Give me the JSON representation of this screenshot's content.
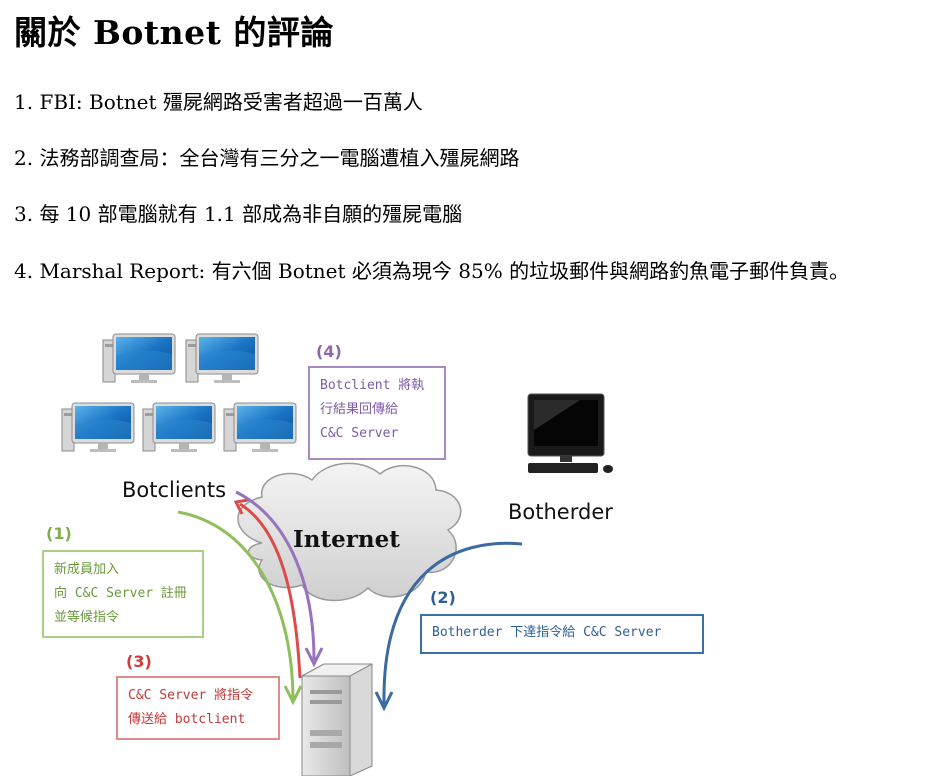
{
  "title": "關於 Botnet 的評論",
  "points": [
    "1. FBI: Botnet 殭屍網路受害者超過一百萬人",
    "2. 法務部調查局：全台灣有三分之一電腦遭植入殭屍網路",
    "3. 每 10 部電腦就有 1.1 部成為非自願的殭屍電腦",
    "4. Marshal Report: 有六個 Botnet 必須為現今 85% 的垃圾郵件與網路釣魚電子郵件負責。"
  ],
  "diagram": {
    "botclients_label": "Botclients",
    "internet_label": "Internet",
    "botherder_label": "Botherder",
    "steps": [
      {
        "tag": "(1)",
        "color": "#7fad4f",
        "lines": [
          "新成員加入",
          "向 C&C Server 註冊",
          "並等候指令"
        ]
      },
      {
        "tag": "(2)",
        "color": "#2f5f95",
        "lines": [
          "Botherder 下達指令給 C&C Server"
        ]
      },
      {
        "tag": "(3)",
        "color": "#d43b3b",
        "lines": [
          "C&C Server 將指令",
          "傳送給 botclient"
        ]
      },
      {
        "tag": "(4)",
        "color": "#8e67b0",
        "lines": [
          "Botclient 將執",
          "行結果回傳給",
          "C&C Server"
        ]
      }
    ]
  }
}
